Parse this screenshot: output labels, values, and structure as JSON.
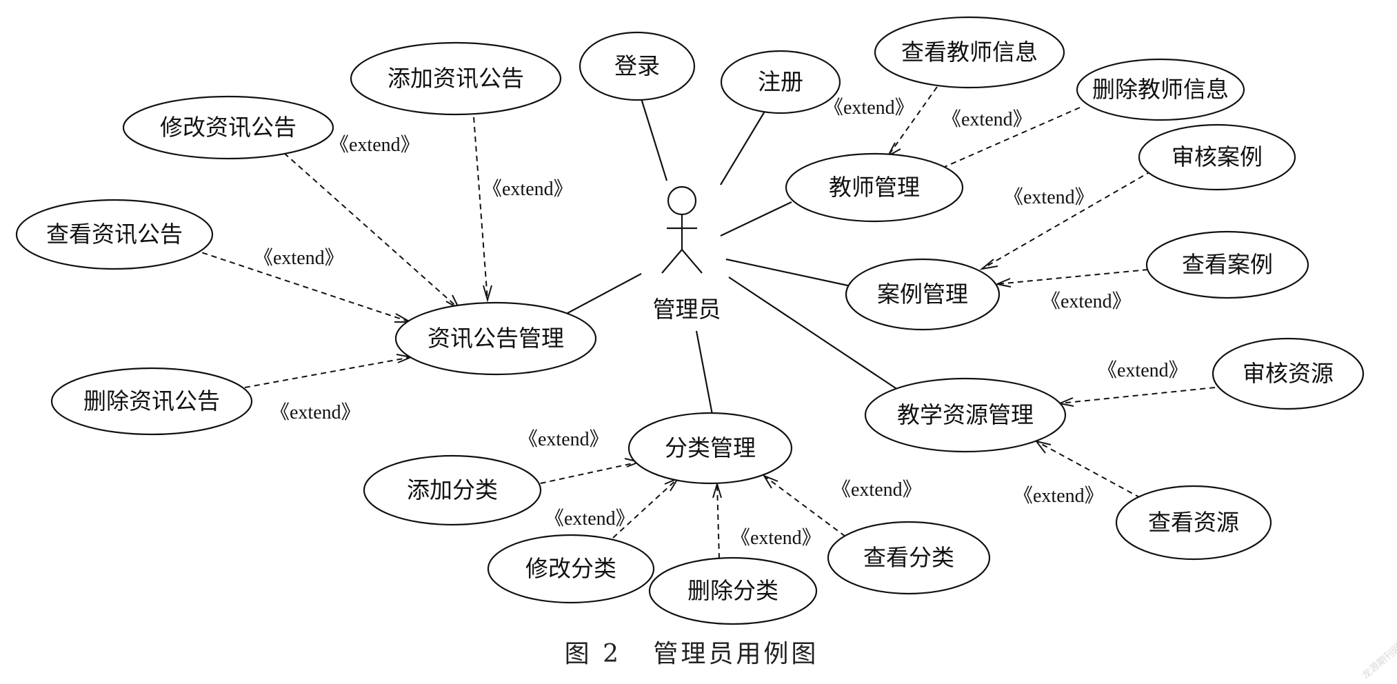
{
  "actor": {
    "label": "管理员"
  },
  "use_cases": {
    "login": "登录",
    "register": "注册",
    "view_teacher": "查看教师信息",
    "delete_teacher": "删除教师信息",
    "teacher_mgmt": "教师管理",
    "review_case": "审核案例",
    "view_case": "查看案例",
    "case_mgmt": "案例管理",
    "review_resource": "审核资源",
    "resource_mgmt": "教学资源管理",
    "view_resource": "查看资源",
    "add_news": "添加资讯公告",
    "edit_news": "修改资讯公告",
    "view_news": "查看资讯公告",
    "delete_news": "删除资讯公告",
    "news_mgmt": "资讯公告管理",
    "category_mgmt": "分类管理",
    "add_category": "添加分类",
    "edit_category": "修改分类",
    "delete_category": "删除分类",
    "view_category": "查看分类"
  },
  "extend_label": "《extend》",
  "caption": "图 2   管理员用例图",
  "watermark": "龙源期刊网"
}
